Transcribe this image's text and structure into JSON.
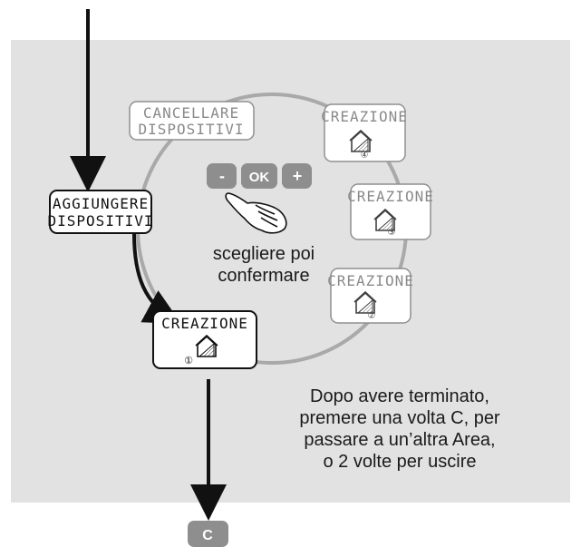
{
  "colors": {
    "panel": "#e2e2e2",
    "ring": "#a9a9a9",
    "key": "#8e8e8e",
    "inactive_outline": "#8f8f8f",
    "active_outline": "#111111"
  },
  "menu": {
    "delete_devices": [
      "CANCELLARE",
      "DISPOSITIVI"
    ],
    "add_devices": [
      "AGGIUNGERE",
      "DISPOSITIVI"
    ],
    "creation": {
      "label": "CREAZIONE",
      "icon": "house-icon",
      "areas": [
        "①",
        "②",
        "③",
        "④"
      ]
    }
  },
  "keypad": {
    "minus": "-",
    "ok": "OK",
    "plus": "+"
  },
  "instructions": {
    "choose_confirm": [
      "scegliere poi",
      "confermare"
    ],
    "after_finish": [
      "Dopo avere terminato,",
      "premere una volta C, per",
      "passare a un’altra Area,",
      "o 2 volte per uscire"
    ]
  },
  "c_key": "C"
}
